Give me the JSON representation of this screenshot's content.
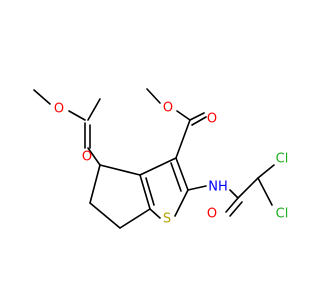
{
  "molecule": {
    "atoms": {
      "o_ester_left_ring": {
        "text": "O",
        "color": "#ff0000"
      },
      "o_ester_left_carbonyl": {
        "text": "O",
        "color": "#ff0000"
      },
      "o_ester_right_ring": {
        "text": "O",
        "color": "#ff0000"
      },
      "o_ester_right_carbonyl": {
        "text": "O",
        "color": "#ff0000"
      },
      "sulfur": {
        "text": "S",
        "color": "#b3a400"
      },
      "nh": {
        "text": "NH",
        "color": "#0000ff"
      },
      "o_amide": {
        "text": "O",
        "color": "#ff0000"
      },
      "cl_top": {
        "text": "Cl",
        "color": "#1fae1f"
      },
      "cl_bottom": {
        "text": "Cl",
        "color": "#1fae1f"
      }
    },
    "bond_color": "#000000"
  }
}
